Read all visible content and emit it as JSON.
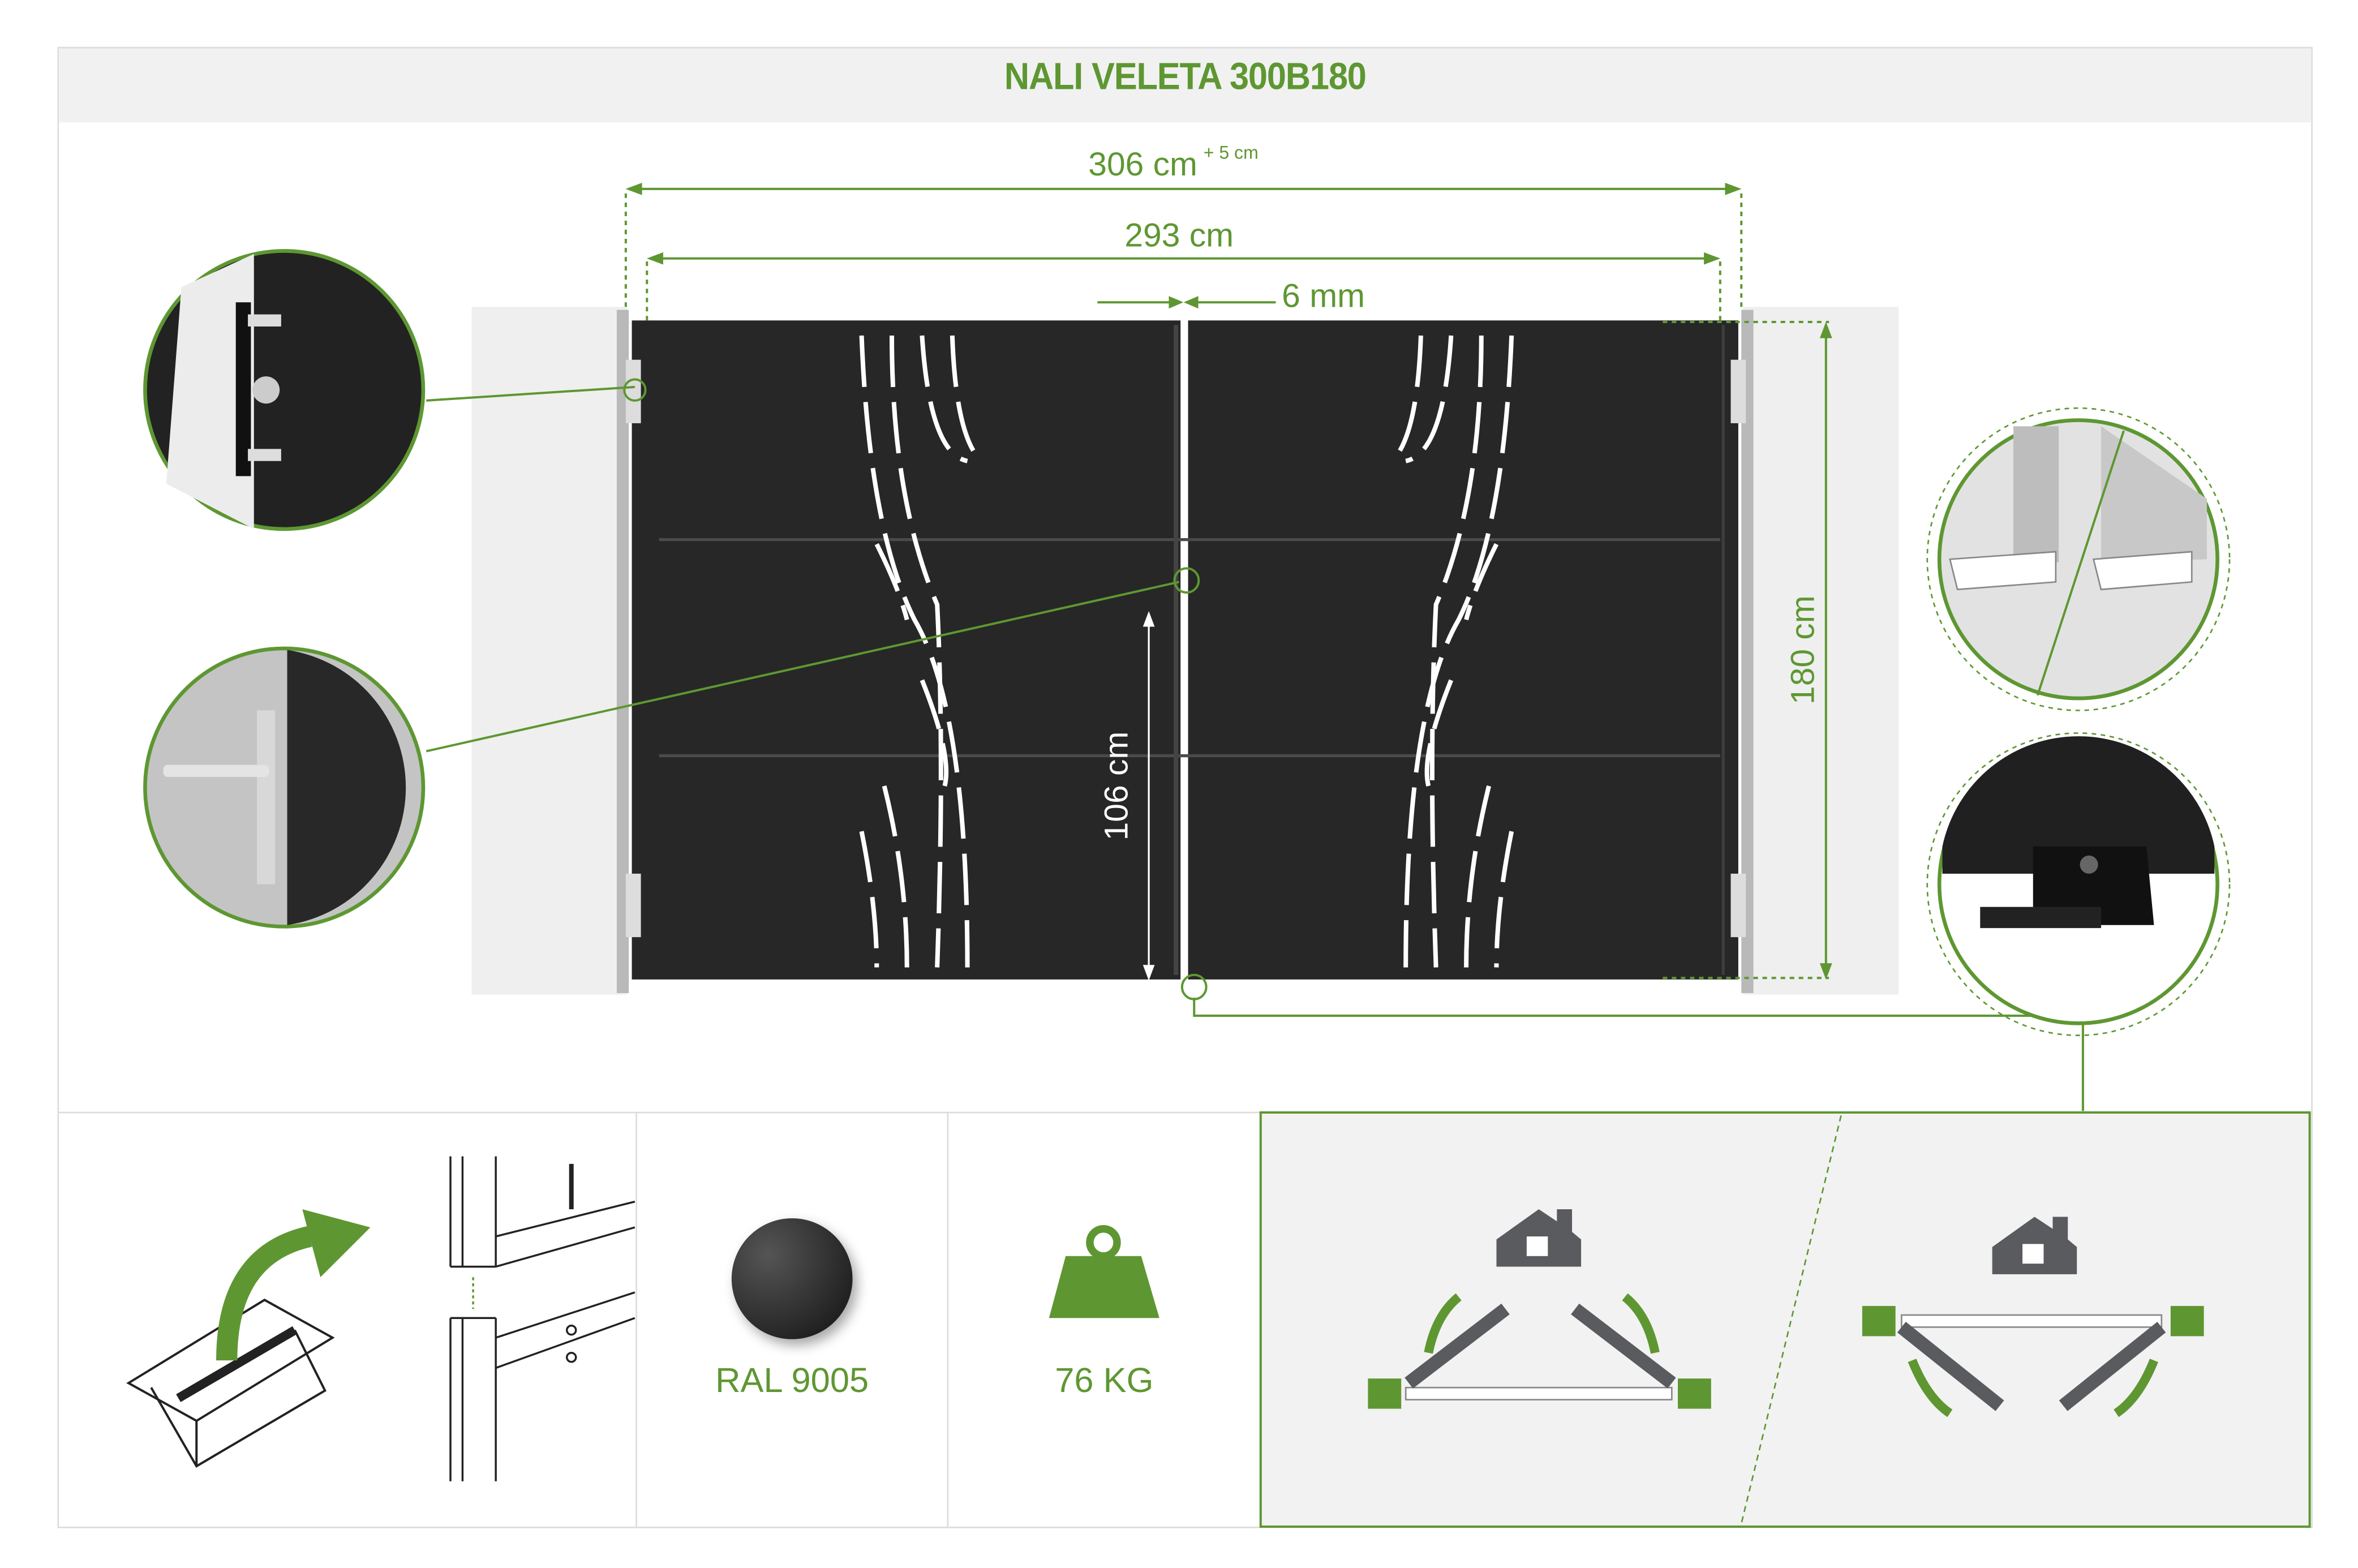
{
  "title": "NALI VELETA 300B180",
  "dimensions": {
    "overall_width": "306 cm",
    "overall_tolerance": "+ 5 cm",
    "gate_width": "293 cm",
    "gap": "6 mm",
    "height": "180 cm",
    "handle_height": "106 cm"
  },
  "specs": {
    "color": "RAL 9005",
    "weight": "76 KG"
  },
  "colors": {
    "accent": "#5e9732",
    "gate": "#262726",
    "panel": "#f2f2f2"
  },
  "icons": [
    "box-unpack-icon",
    "assembly-icon",
    "color-swatch-icon",
    "weight-icon",
    "inward-opening-icon",
    "outward-opening-icon"
  ]
}
